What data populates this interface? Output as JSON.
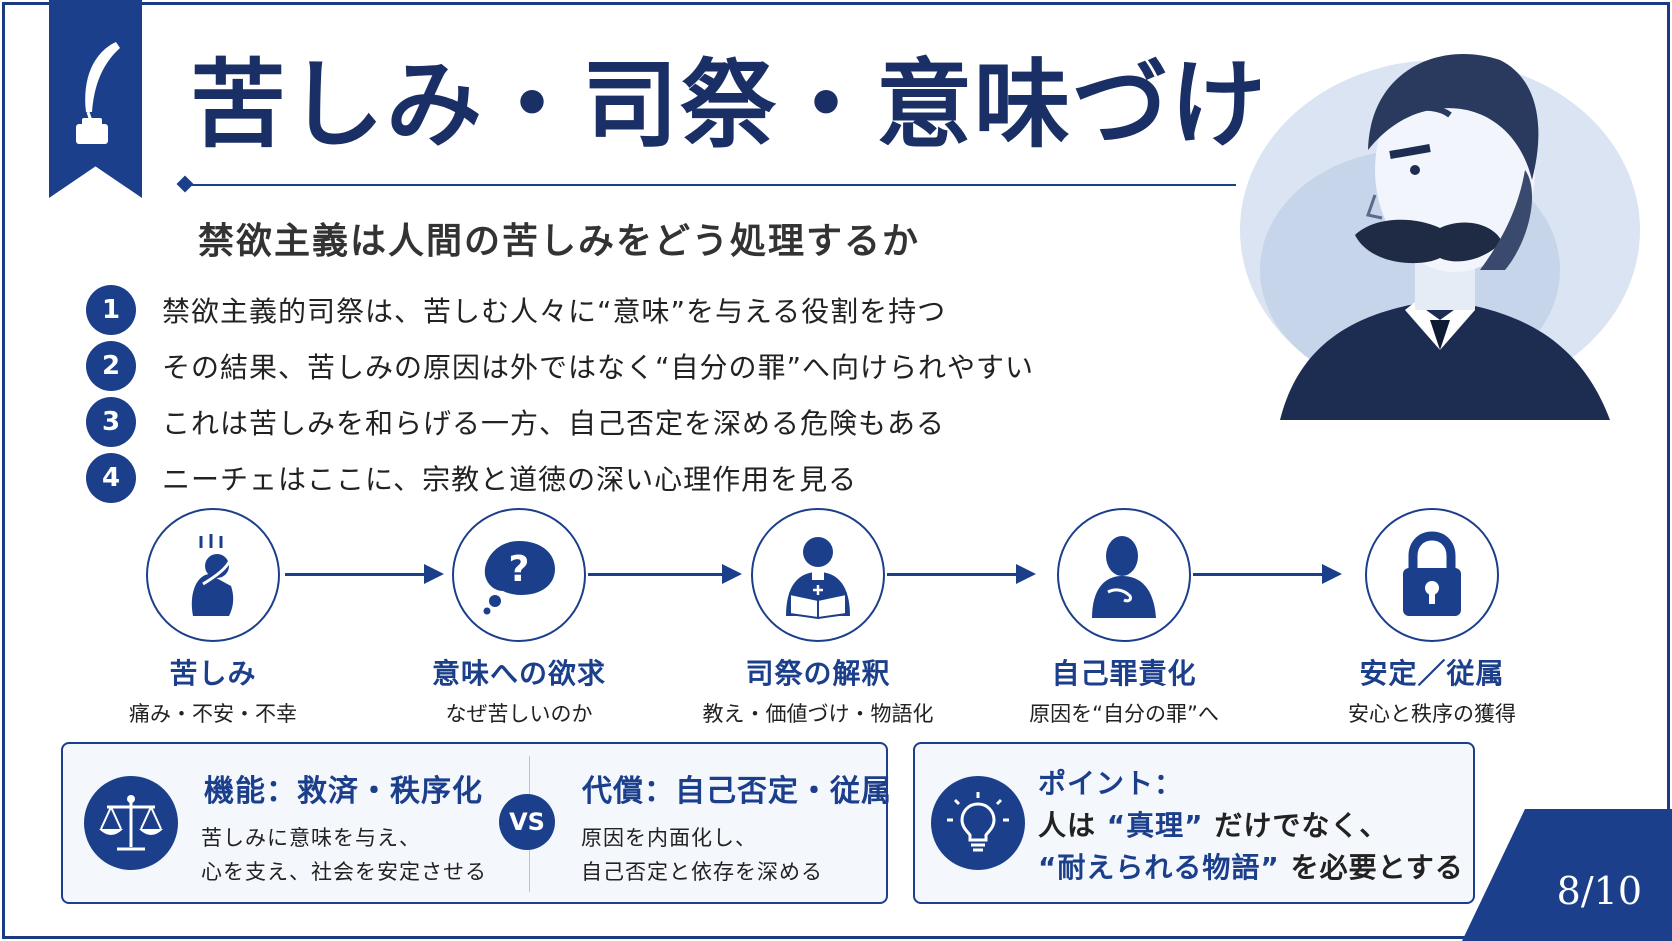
{
  "title": "苦しみ・司祭・意味づけ",
  "subtitle": "禁欲主義は人間の苦しみをどう処理するか",
  "bullets": [
    {
      "num": "1",
      "text": "禁欲主義的司祭は、苦しむ人々に“意味”を与える役割を持つ"
    },
    {
      "num": "2",
      "text": "その結果、苦しみの原因は外ではなく“自分の罪”へ向けられやすい"
    },
    {
      "num": "3",
      "text": "これは苦しみを和らげる一方、自己否定を深める危険もある"
    },
    {
      "num": "4",
      "text": "ニーチェはここに、宗教と道徳の深い心理作用を見る"
    }
  ],
  "flow": [
    {
      "label": "苦しみ",
      "desc": "痛み・不安・不幸",
      "icon": "suffering-person-icon"
    },
    {
      "label": "意味への欲求",
      "desc": "なぜ苦しいのか",
      "icon": "question-bubble-icon"
    },
    {
      "label": "司祭の解釈",
      "desc": "教え・価値づけ・物語化",
      "icon": "priest-icon"
    },
    {
      "label": "自己罪責化",
      "desc": "原因を“自分の罪”へ",
      "icon": "guilt-person-icon"
    },
    {
      "label": "安定／従属",
      "desc": "安心と秩序の獲得",
      "icon": "padlock-icon"
    }
  ],
  "compare": {
    "left_head": "機能：救済・秩序化",
    "left_line1": "苦しみに意味を与え、",
    "left_line2": "心を支え、社会を安定させる",
    "vs": "VS",
    "right_head": "代償：自己否定・従属",
    "right_line1": "原因を内面化し、",
    "right_line2": "自己否定と依存を深める"
  },
  "point": {
    "head": "ポイント：",
    "line1_a": "人は",
    "line1_hl": "“真理”",
    "line1_b": "だけでなく、",
    "line2_hl": "“耐えられる物語”",
    "line2_b": "を必要とする"
  },
  "page": "8/10",
  "colors": {
    "accent": "#1c3f8c",
    "dark": "#1a2f66"
  }
}
